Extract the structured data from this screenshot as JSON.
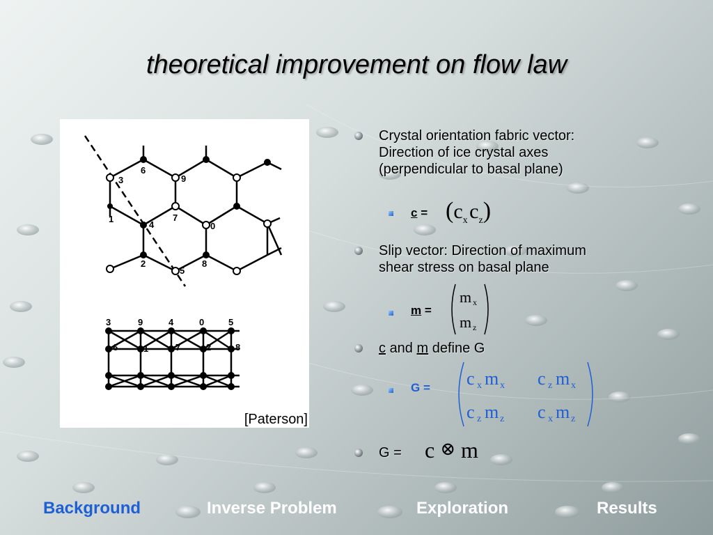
{
  "title": "theoretical improvement on flow law",
  "figure": {
    "credit": "[Paterson]",
    "top_labels": [
      "6",
      "9",
      "3",
      "4",
      "7",
      "0",
      "2",
      "8",
      "5",
      "1"
    ],
    "bottom_top_labels": [
      "3",
      "9",
      "4",
      "0",
      "5"
    ],
    "bottom_mid_labels": [
      "6",
      "1",
      "7",
      "2",
      "8"
    ]
  },
  "bullets": [
    {
      "text_line1": "Crystal orientation fabric vector:",
      "text_line2": "Direction of ice crystal axes",
      "text_line3": "(perpendicular to basal plane)"
    },
    {
      "text_line1": "Slip vector: Direction of maximum",
      "text_line2": "shear stress on basal plane"
    },
    {
      "c": "c",
      "and": "and",
      "m": "m",
      "define": "define G"
    },
    {
      "label": "G ="
    }
  ],
  "sub": {
    "c_label": "c",
    "c_eq": "=",
    "m_label": "m",
    "m_eq": "=",
    "g_label": "G ="
  },
  "math": {
    "c_vec": [
      "c",
      "x",
      "c",
      "z"
    ],
    "m_vec": [
      "m",
      "x",
      "m",
      "z"
    ],
    "g_matrix": [
      [
        "c",
        "x",
        "m",
        "x"
      ],
      [
        "c",
        "z",
        "m",
        "x"
      ],
      [
        "c",
        "z",
        "m",
        "z"
      ],
      [
        "c",
        "x",
        "m",
        "z"
      ]
    ],
    "tensor": [
      "c",
      "⊗",
      "m"
    ]
  },
  "nav": {
    "items": [
      "Background",
      "Inverse Problem",
      "Exploration",
      "Results"
    ],
    "active_color": "#1f5fd6",
    "inactive_color": "#ffffff"
  }
}
